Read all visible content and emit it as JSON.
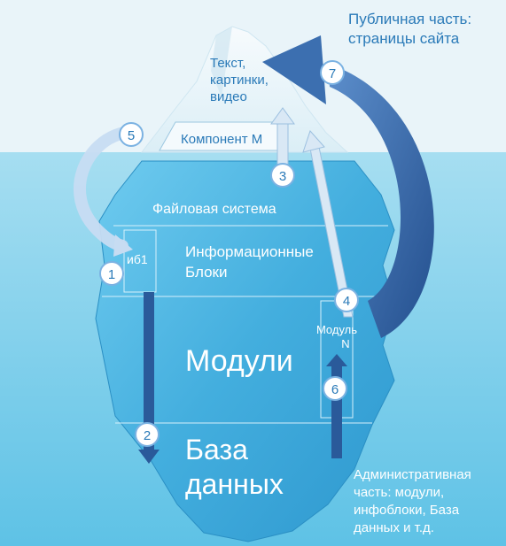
{
  "public_label": [
    "Публичная часть:",
    "страницы сайта"
  ],
  "admin_label": [
    "Административная",
    "часть: модули,",
    "инфоблоки, База",
    "данных и т.д."
  ],
  "tip_text": [
    "Текст,",
    "картинки,",
    "видео"
  ],
  "component_label": "Компонент М",
  "filesystem_label": "Файловая система",
  "iblock_short": "иб1",
  "iblocks_label": [
    "Информационные",
    "Блоки"
  ],
  "modules_label": "Модули",
  "module_n": [
    "Модуль",
    "N"
  ],
  "database_label": [
    "База",
    "данных"
  ],
  "steps": [
    "1",
    "2",
    "3",
    "4",
    "5",
    "6",
    "7"
  ],
  "colors": {
    "sky": "#e6f3f8",
    "water_top": "#9fdcf0",
    "water_bottom": "#5fc3e6",
    "ice": "#4fb6e2",
    "ice_dark": "#2f93c8",
    "arrow_dark": "#2a5a9a",
    "arrow_light": "#c7dcf2",
    "badge_border": "#7bb2e2",
    "text_blue": "#2a7ab8",
    "text_white": "#ffffff"
  }
}
